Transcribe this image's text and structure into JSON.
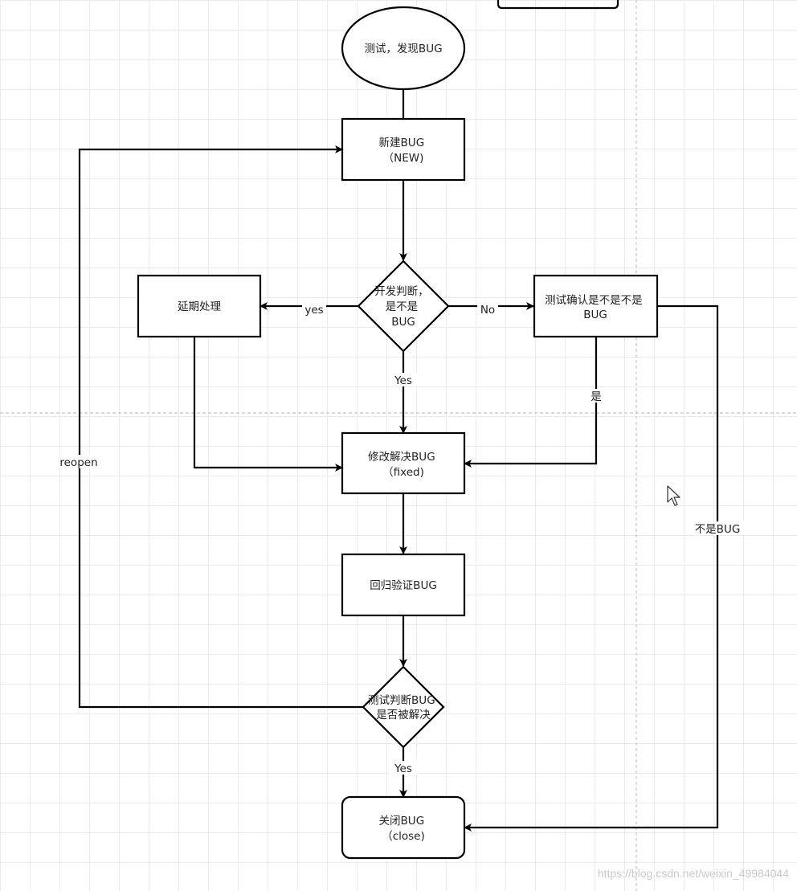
{
  "nodes": {
    "start": [
      "测试，发现BUG"
    ],
    "new_bug": [
      "新建BUG",
      "（NEW)"
    ],
    "dev_decide": [
      "开发判断，",
      "是不是",
      "BUG"
    ],
    "defer": [
      "延期处理"
    ],
    "test_confirm": [
      "测试确认是不是不是",
      "BUG"
    ],
    "fix": [
      "修改解决BUG",
      "（fixed)"
    ],
    "regress": [
      "回归验证BUG"
    ],
    "test_judge": [
      "测试判断BUG",
      "是否被解决"
    ],
    "close": [
      "关闭BUG",
      "（close)"
    ]
  },
  "edge_labels": {
    "dev_yes_defer": "yes",
    "dev_no": "No",
    "dev_yes_fix": "Yes",
    "confirm_is": "是",
    "not_bug": "不是BUG",
    "reopen": "reopen",
    "judge_yes": "Yes"
  },
  "watermark": "https://blog.csdn.net/weixin_49984044"
}
